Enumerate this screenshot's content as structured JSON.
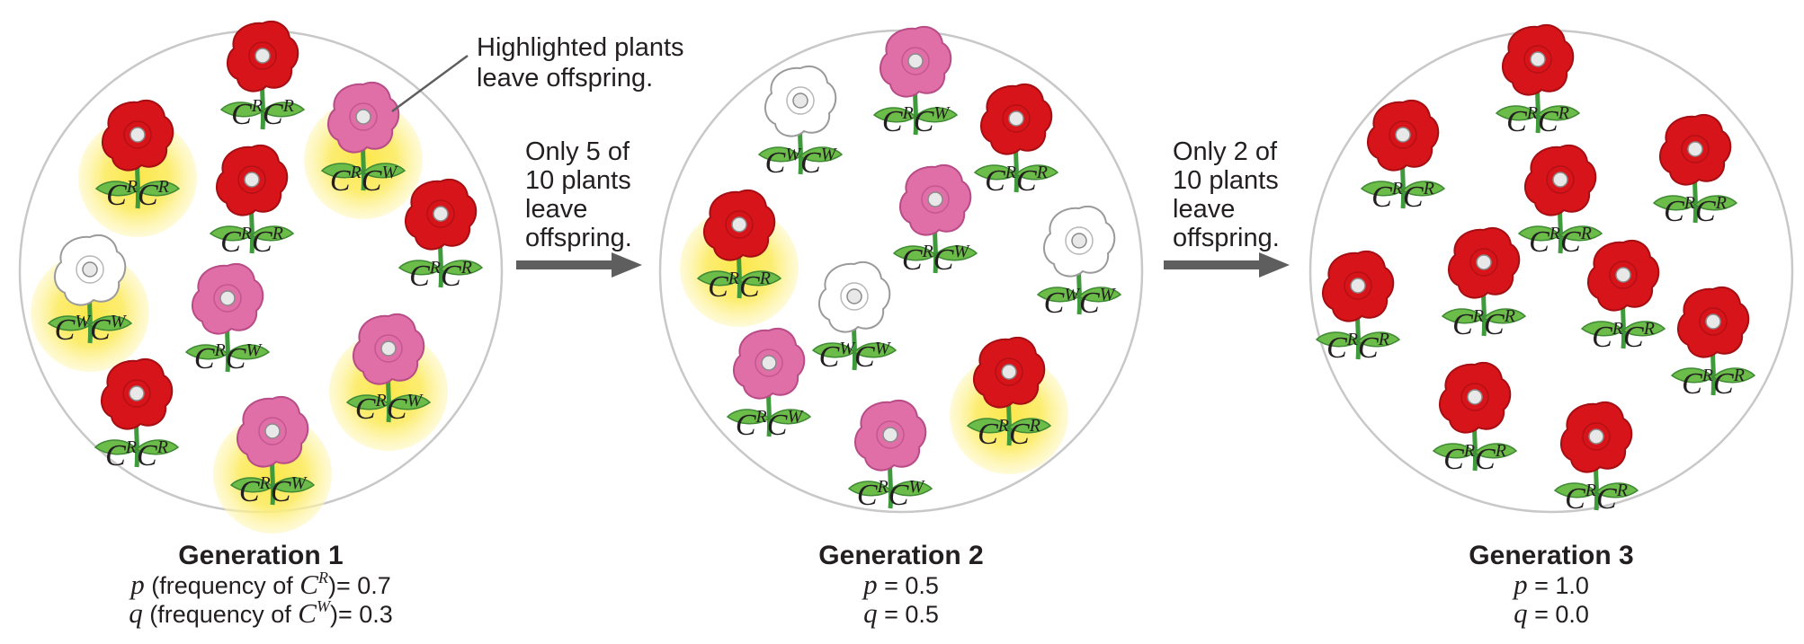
{
  "colors": {
    "red_petal": "#d7141a",
    "red_petal_dark": "#a50e12",
    "pink_petal": "#e06fa8",
    "pink_petal_dark": "#b84c86",
    "white_petal": "#ffffff",
    "white_petal_edge": "#9a9a9a",
    "stem": "#3f9a3c",
    "leaf": "#6cbc4a",
    "highlight": "#fbe74a",
    "arrow": "#5e5e5e",
    "circle_edge": "#c8c8c8"
  },
  "callout": {
    "line1": "Highlighted plants",
    "line2": "leave offspring."
  },
  "arrows": [
    {
      "line1": "Only 5 of",
      "line2": "10 plants",
      "line3": "leave",
      "line4": "offspring."
    },
    {
      "line1": "Only 2 of",
      "line2": "10 plants",
      "line3": "leave",
      "line4": "offspring."
    }
  ],
  "allele_symbol": "C",
  "generations": [
    {
      "title": "Generation 1",
      "p_var": "p",
      "p_text": " (frequency of ",
      "p_allele_sup": "R",
      "p_value": ")= 0.7",
      "q_var": "q",
      "q_text": " (frequency of ",
      "q_allele_sup": "W",
      "q_value": ")= 0.3",
      "plants": [
        {
          "color": "red",
          "genotype": [
            "R",
            "R"
          ],
          "highlighted": false
        },
        {
          "color": "red",
          "genotype": [
            "R",
            "R"
          ],
          "highlighted": true
        },
        {
          "color": "pink",
          "genotype": [
            "R",
            "W"
          ],
          "highlighted": true
        },
        {
          "color": "red",
          "genotype": [
            "R",
            "R"
          ],
          "highlighted": false
        },
        {
          "color": "red",
          "genotype": [
            "R",
            "R"
          ],
          "highlighted": false
        },
        {
          "color": "white",
          "genotype": [
            "W",
            "W"
          ],
          "highlighted": true
        },
        {
          "color": "pink",
          "genotype": [
            "R",
            "W"
          ],
          "highlighted": false
        },
        {
          "color": "pink",
          "genotype": [
            "R",
            "W"
          ],
          "highlighted": true
        },
        {
          "color": "red",
          "genotype": [
            "R",
            "R"
          ],
          "highlighted": false
        },
        {
          "color": "pink",
          "genotype": [
            "R",
            "W"
          ],
          "highlighted": true
        }
      ]
    },
    {
      "title": "Generation 2",
      "p_var": "p",
      "p_text": " = 0.5",
      "q_var": "q",
      "q_text": " = 0.5",
      "plants": [
        {
          "color": "white",
          "genotype": [
            "W",
            "W"
          ],
          "highlighted": false
        },
        {
          "color": "pink",
          "genotype": [
            "R",
            "W"
          ],
          "highlighted": false
        },
        {
          "color": "red",
          "genotype": [
            "R",
            "R"
          ],
          "highlighted": false
        },
        {
          "color": "red",
          "genotype": [
            "R",
            "R"
          ],
          "highlighted": true
        },
        {
          "color": "pink",
          "genotype": [
            "R",
            "W"
          ],
          "highlighted": false
        },
        {
          "color": "white",
          "genotype": [
            "W",
            "W"
          ],
          "highlighted": false
        },
        {
          "color": "white",
          "genotype": [
            "W",
            "W"
          ],
          "highlighted": false
        },
        {
          "color": "pink",
          "genotype": [
            "R",
            "W"
          ],
          "highlighted": false
        },
        {
          "color": "red",
          "genotype": [
            "R",
            "R"
          ],
          "highlighted": true
        },
        {
          "color": "pink",
          "genotype": [
            "R",
            "W"
          ],
          "highlighted": false
        }
      ]
    },
    {
      "title": "Generation 3",
      "p_var": "p",
      "p_text": " = 1.0",
      "q_var": "q",
      "q_text": " = 0.0",
      "plants": [
        {
          "color": "red",
          "genotype": [
            "R",
            "R"
          ],
          "highlighted": false
        },
        {
          "color": "red",
          "genotype": [
            "R",
            "R"
          ],
          "highlighted": false
        },
        {
          "color": "red",
          "genotype": [
            "R",
            "R"
          ],
          "highlighted": false
        },
        {
          "color": "red",
          "genotype": [
            "R",
            "R"
          ],
          "highlighted": false
        },
        {
          "color": "red",
          "genotype": [
            "R",
            "R"
          ],
          "highlighted": false
        },
        {
          "color": "red",
          "genotype": [
            "R",
            "R"
          ],
          "highlighted": false
        },
        {
          "color": "red",
          "genotype": [
            "R",
            "R"
          ],
          "highlighted": false
        },
        {
          "color": "red",
          "genotype": [
            "R",
            "R"
          ],
          "highlighted": false
        },
        {
          "color": "red",
          "genotype": [
            "R",
            "R"
          ],
          "highlighted": false
        },
        {
          "color": "red",
          "genotype": [
            "R",
            "R"
          ],
          "highlighted": false
        }
      ]
    }
  ]
}
